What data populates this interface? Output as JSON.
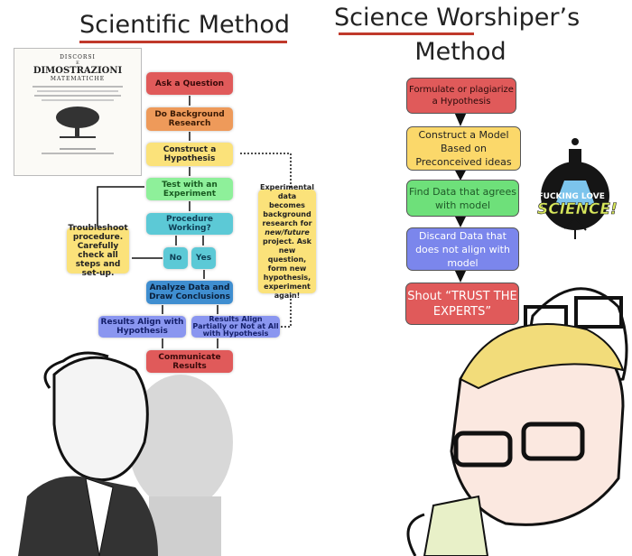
{
  "left": {
    "title": "Scientific Method",
    "book": {
      "line1": "DISCORSI",
      "line2": "E",
      "line3": "DIMOSTRAZIONI",
      "line4": "MATEMATICHE"
    },
    "flow": {
      "ask": "Ask a Question",
      "background": "Do Background Research",
      "hypothesis": "Construct a Hypothesis",
      "test": "Test with an Experiment",
      "procedure": "Procedure Working?",
      "no": "No",
      "yes": "Yes",
      "troubleshoot": "Troubleshoot procedure. Carefully check all steps and set-up.",
      "analyze": "Analyze Data and Draw Conclusions",
      "align": "Results Align with Hypothesis",
      "partial": "Results Align Partially or Not at All with Hypothesis",
      "communicate": "Communicate Results",
      "experimental_pre": "Experimental data becomes background research for ",
      "experimental_em": "new/future",
      "experimental_post": " project. Ask new question, form new hypothesis, experiment again!"
    },
    "colors": {
      "red": "#e05a5a",
      "orange": "#ee9a5a",
      "yellow": "#fbe27a",
      "green": "#8ef09a",
      "teal": "#5cc9d6",
      "blue": "#3f8ed0",
      "purple": "#8a96f0"
    }
  },
  "right": {
    "title_line1": "Science Worshiper’s",
    "title_line2": "Method",
    "steps": [
      "Formulate or plagiarize a Hypothesis",
      "Construct a Model Based on Preconceived ideas",
      "Find Data that agrees with model",
      "Discard Data that does not align with model",
      "Shout “TRUST THE EXPERTS”"
    ],
    "logo": {
      "line1": "I FUCKING LOVE",
      "line2": "SCIENCE!"
    }
  }
}
